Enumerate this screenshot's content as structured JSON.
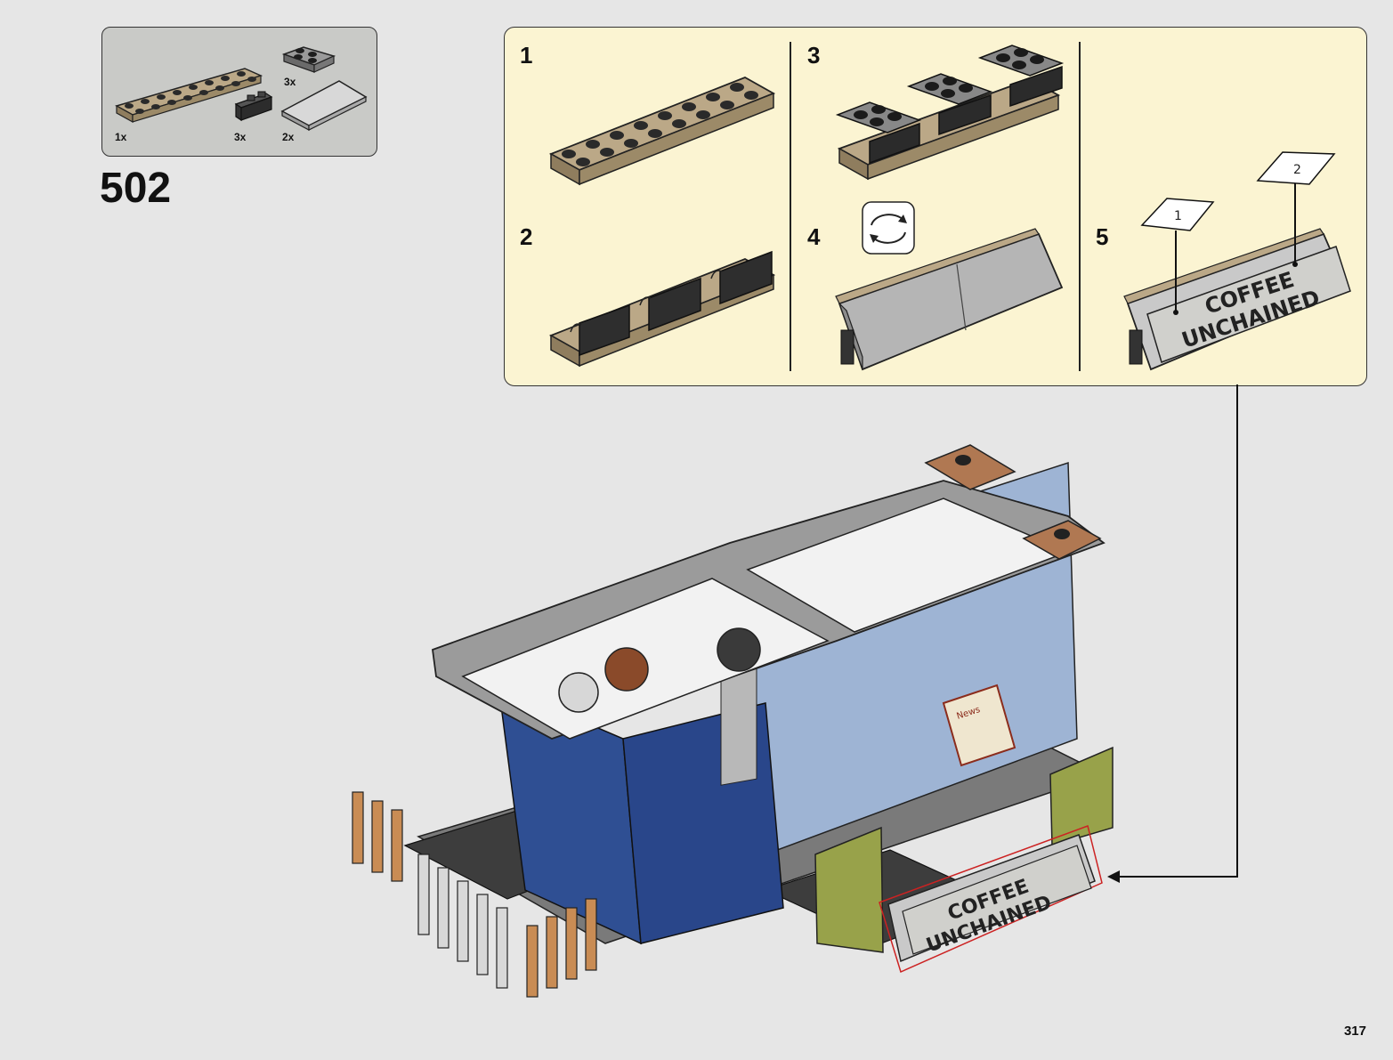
{
  "step": {
    "number": "502"
  },
  "parts": [
    {
      "qty": "1x",
      "icon": "tan-plate-2x8-icon"
    },
    {
      "qty": "3x",
      "icon": "dark-grey-plate-2x2-clip-icon"
    },
    {
      "qty": "3x",
      "icon": "black-bracket-clip-icon"
    },
    {
      "qty": "2x",
      "icon": "light-grey-tile-2x4-icon"
    }
  ],
  "substeps": [
    {
      "label": "1"
    },
    {
      "label": "2"
    },
    {
      "label": "3"
    },
    {
      "label": "4",
      "icon": "rotate-model-icon"
    },
    {
      "label": "5"
    }
  ],
  "callouts": {
    "sticker_1": "1",
    "sticker_2": "2"
  },
  "sign": {
    "line1": "COFFEE",
    "line2": "UNCHAINED"
  },
  "newspaper": {
    "text": "News"
  },
  "page": {
    "number": "317"
  },
  "colors": {
    "panel_bg": "#fbf4d2",
    "parts_bg": "#c9cac7",
    "page_bg": "#e6e6e6",
    "highlight": "#cc2222"
  }
}
